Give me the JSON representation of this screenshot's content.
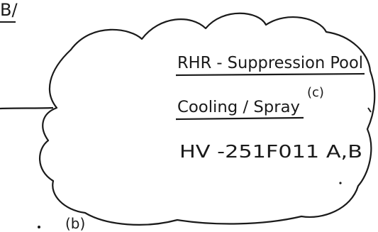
{
  "top_left_fragment": "B/",
  "cloud": {
    "line1": "RHR - Suppression Pool",
    "line2": "Cooling / Spray",
    "line2_note": "(c)",
    "line3": "HV -251F011 A,B"
  },
  "bottom_note": "(b)",
  "colors": {
    "ink": "#1a1a1a",
    "background": "#ffffff"
  }
}
